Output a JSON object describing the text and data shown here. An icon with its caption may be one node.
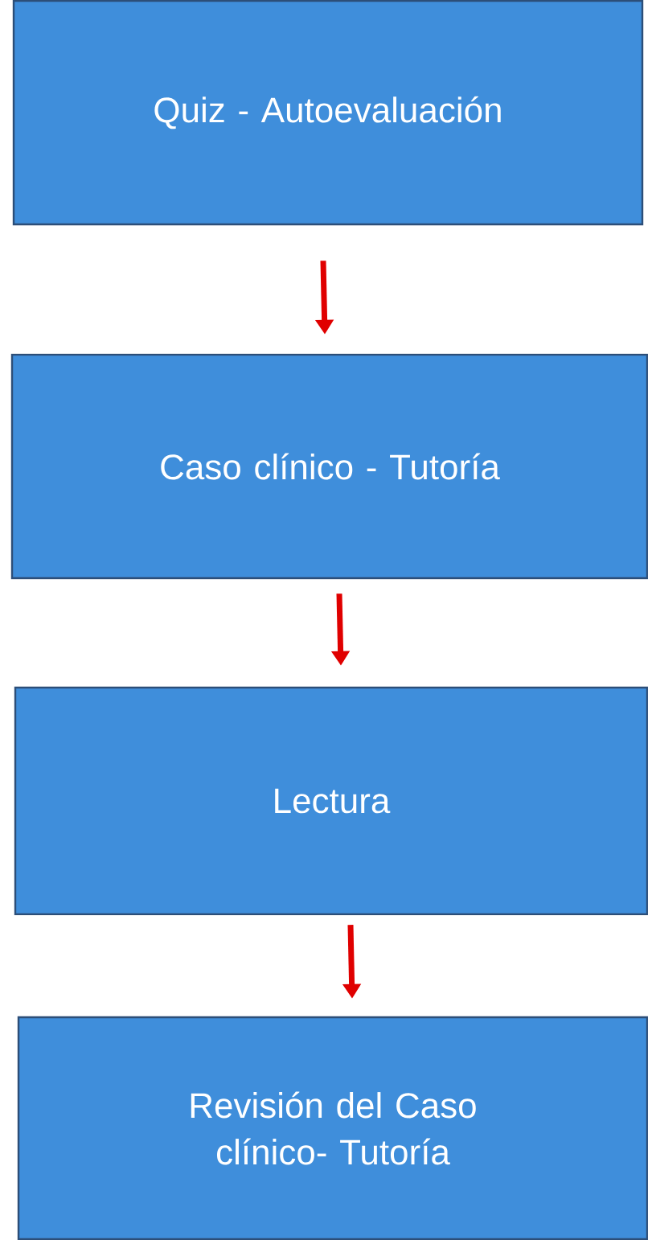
{
  "diagram": {
    "nodes": [
      {
        "text": [
          "Quiz - Autoevaluación"
        ]
      },
      {
        "text": [
          "Caso clínico - Tutoría"
        ]
      },
      {
        "text": [
          "Lectura"
        ]
      },
      {
        "text": [
          "Revisión del Caso clínico- Tutoría"
        ]
      }
    ],
    "edges": [
      {
        "from": 0,
        "to": 1,
        "arrow": "to",
        "color": "#e00000"
      },
      {
        "from": 1,
        "to": 2,
        "arrow": "to",
        "color": "#e00000"
      },
      {
        "from": 2,
        "to": 3,
        "arrow": "to",
        "color": "#e00000"
      }
    ]
  }
}
